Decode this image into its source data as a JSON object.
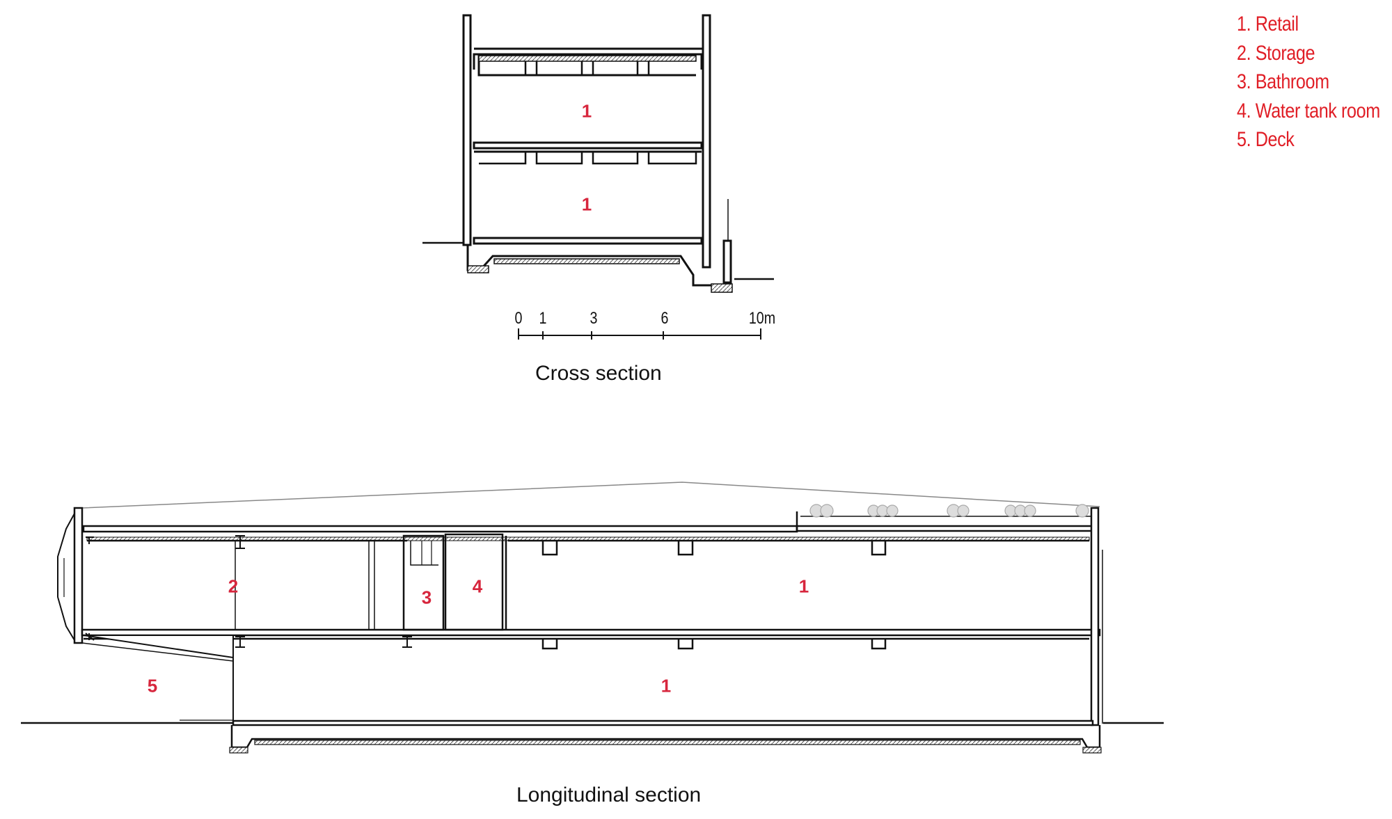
{
  "legend": [
    {
      "number": "1",
      "label": "1. Retail"
    },
    {
      "number": "2",
      "label": "2. Storage"
    },
    {
      "number": "3",
      "label": "3. Bathroom"
    },
    {
      "number": "4",
      "label": "4. Water tank room"
    },
    {
      "number": "5",
      "label": "5. Deck"
    }
  ],
  "cross_section": {
    "title": "Cross section",
    "rooms": [
      "1",
      "1"
    ]
  },
  "longitudinal_section": {
    "title": "Longitudinal section",
    "rooms": [
      "2",
      "3",
      "4",
      "1",
      "5",
      "1"
    ]
  },
  "scale_bar": {
    "ticks": [
      "0",
      "1",
      "3",
      "6",
      "10m"
    ]
  },
  "colors": {
    "label_red": "#e01e26",
    "line": "#111111"
  }
}
